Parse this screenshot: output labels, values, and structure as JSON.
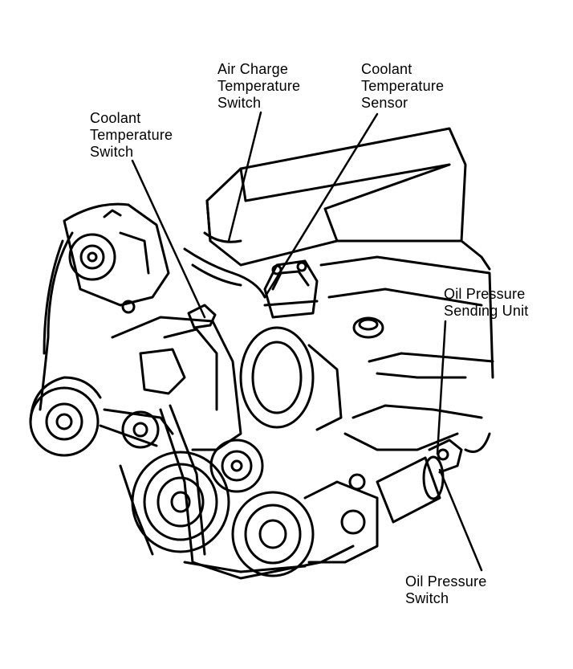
{
  "labels": {
    "air_charge": [
      "Air Charge",
      "Temperature",
      "Switch"
    ],
    "coolant_sensor": [
      "Coolant",
      "Temperature",
      "Sensor"
    ],
    "coolant_switch": [
      "Coolant",
      "Temperature",
      "Switch"
    ],
    "oil_sending": [
      "Oil Pressure",
      "Sending Unit"
    ],
    "oil_switch": [
      "Oil Pressure",
      "Switch"
    ]
  },
  "colors": {
    "ink": "#000000",
    "paper": "#ffffff"
  }
}
